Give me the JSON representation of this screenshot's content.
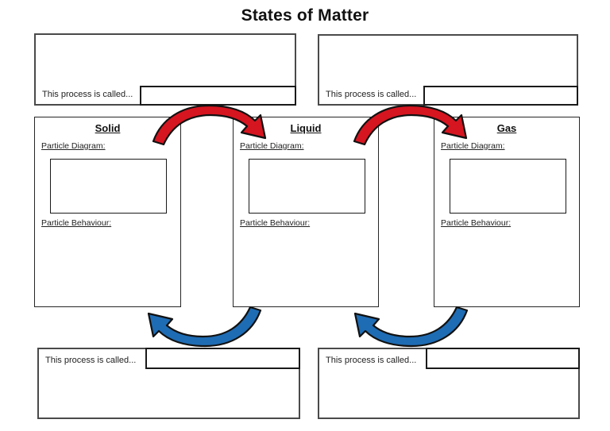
{
  "title": "States of Matter",
  "colors": {
    "red_arrow": "#d51520",
    "blue_arrow": "#1e6cb4",
    "arrow_outline": "#111111"
  },
  "process_boxes": {
    "top_left": {
      "label": "This process is called...",
      "value": ""
    },
    "top_right": {
      "label": "This process is called...",
      "value": ""
    },
    "bottom_left": {
      "label": "This process is called...",
      "value": ""
    },
    "bottom_right": {
      "label": "This process is called...",
      "value": ""
    }
  },
  "states": [
    {
      "name": "Solid",
      "diagram_label": "Particle Diagram:",
      "behaviour_label": "Particle Behaviour:"
    },
    {
      "name": "Liquid",
      "diagram_label": "Particle Diagram:",
      "behaviour_label": "Particle Behaviour:"
    },
    {
      "name": "Gas",
      "diagram_label": "Particle Diagram:",
      "behaviour_label": "Particle Behaviour:"
    }
  ]
}
